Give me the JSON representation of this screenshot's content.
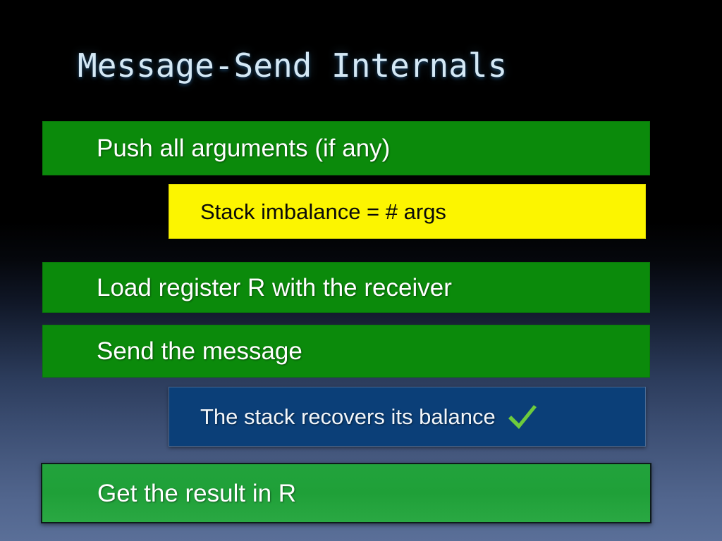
{
  "slide": {
    "title": "Message-Send Internals",
    "background": {
      "top_color": "#000000",
      "bottom_color": "#5a6f98"
    },
    "title_color": "#d4e8f5"
  },
  "steps": [
    {
      "id": "push-arguments",
      "label": "Push all arguments (if any)",
      "kind": "primary",
      "fill": "#0b8a0b",
      "text_color": "#ffffff"
    },
    {
      "id": "stack-imbalance",
      "label": "Stack imbalance = # args",
      "kind": "callout",
      "fill": "#fcf500",
      "text_color": "#0a0a0a"
    },
    {
      "id": "load-register",
      "label": "Load register R with the receiver",
      "kind": "primary",
      "fill": "#0b8a0b",
      "text_color": "#ffffff"
    },
    {
      "id": "send-message",
      "label": "Send the message",
      "kind": "primary",
      "fill": "#0b8a0b",
      "text_color": "#ffffff"
    },
    {
      "id": "stack-recovers",
      "label": "The stack recovers its balance",
      "kind": "callout",
      "fill": "#0b3f78",
      "text_color": "#f2f6fa",
      "icon": "check-icon",
      "icon_color": "#6ecb3c"
    },
    {
      "id": "get-result",
      "label": "Get the result in R",
      "kind": "primary-final",
      "fill": "#22a33c",
      "text_color": "#ffffff"
    }
  ]
}
